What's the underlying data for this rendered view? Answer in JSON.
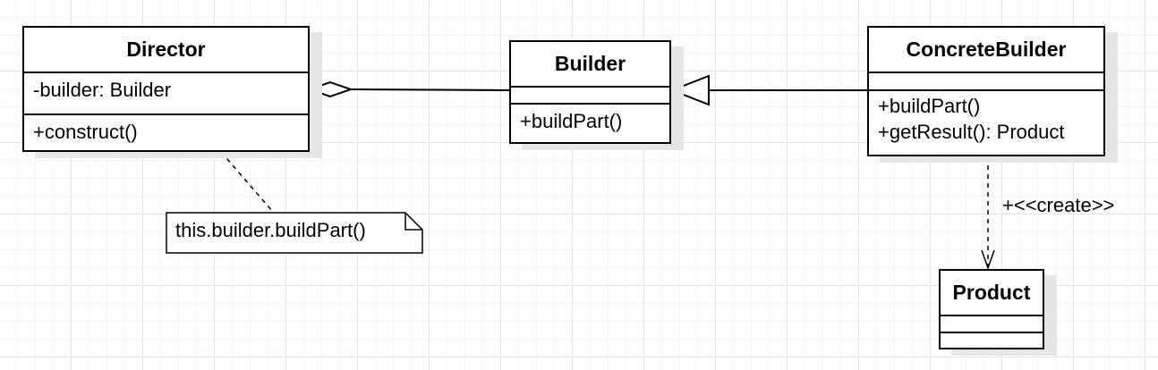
{
  "director": {
    "name": "Director",
    "attributes": [
      "-builder: Builder"
    ],
    "operations": [
      "+construct()"
    ]
  },
  "builder": {
    "name": "Builder",
    "attributes": [],
    "operations": [
      "+buildPart()"
    ]
  },
  "concrete_builder": {
    "name": "ConcreteBuilder",
    "attributes": [],
    "operations": [
      "+buildPart()",
      "+getResult(): Product"
    ]
  },
  "product": {
    "name": "Product",
    "attributes": [],
    "operations": []
  },
  "note": {
    "text": "this.builder.buildPart()"
  },
  "relations": {
    "create_label": "+<<create>>"
  }
}
